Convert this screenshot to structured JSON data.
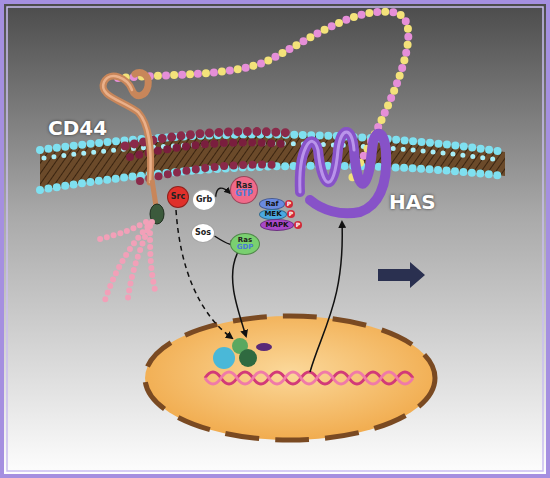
{
  "diagram": {
    "nodes": [
      {
        "text": [
          "Src"
        ]
      },
      {
        "text": [
          "Grb"
        ]
      },
      {
        "text": [
          "Ras",
          "GTP"
        ]
      },
      {
        "text": [
          "Raf"
        ]
      },
      {
        "text": [
          "MEK"
        ]
      },
      {
        "text": [
          "MAPK"
        ]
      },
      {
        "text": [
          "Sos"
        ]
      },
      {
        "text": [
          "Ras",
          "GDP"
        ]
      }
    ],
    "edges": [
      {
        "from": 1,
        "to": 2,
        "arrow": "to"
      },
      {
        "from": 6,
        "to": 7,
        "arrow": "none"
      }
    ],
    "labels": [
      "CD44",
      "HAS",
      "P",
      "P",
      "P"
    ]
  }
}
